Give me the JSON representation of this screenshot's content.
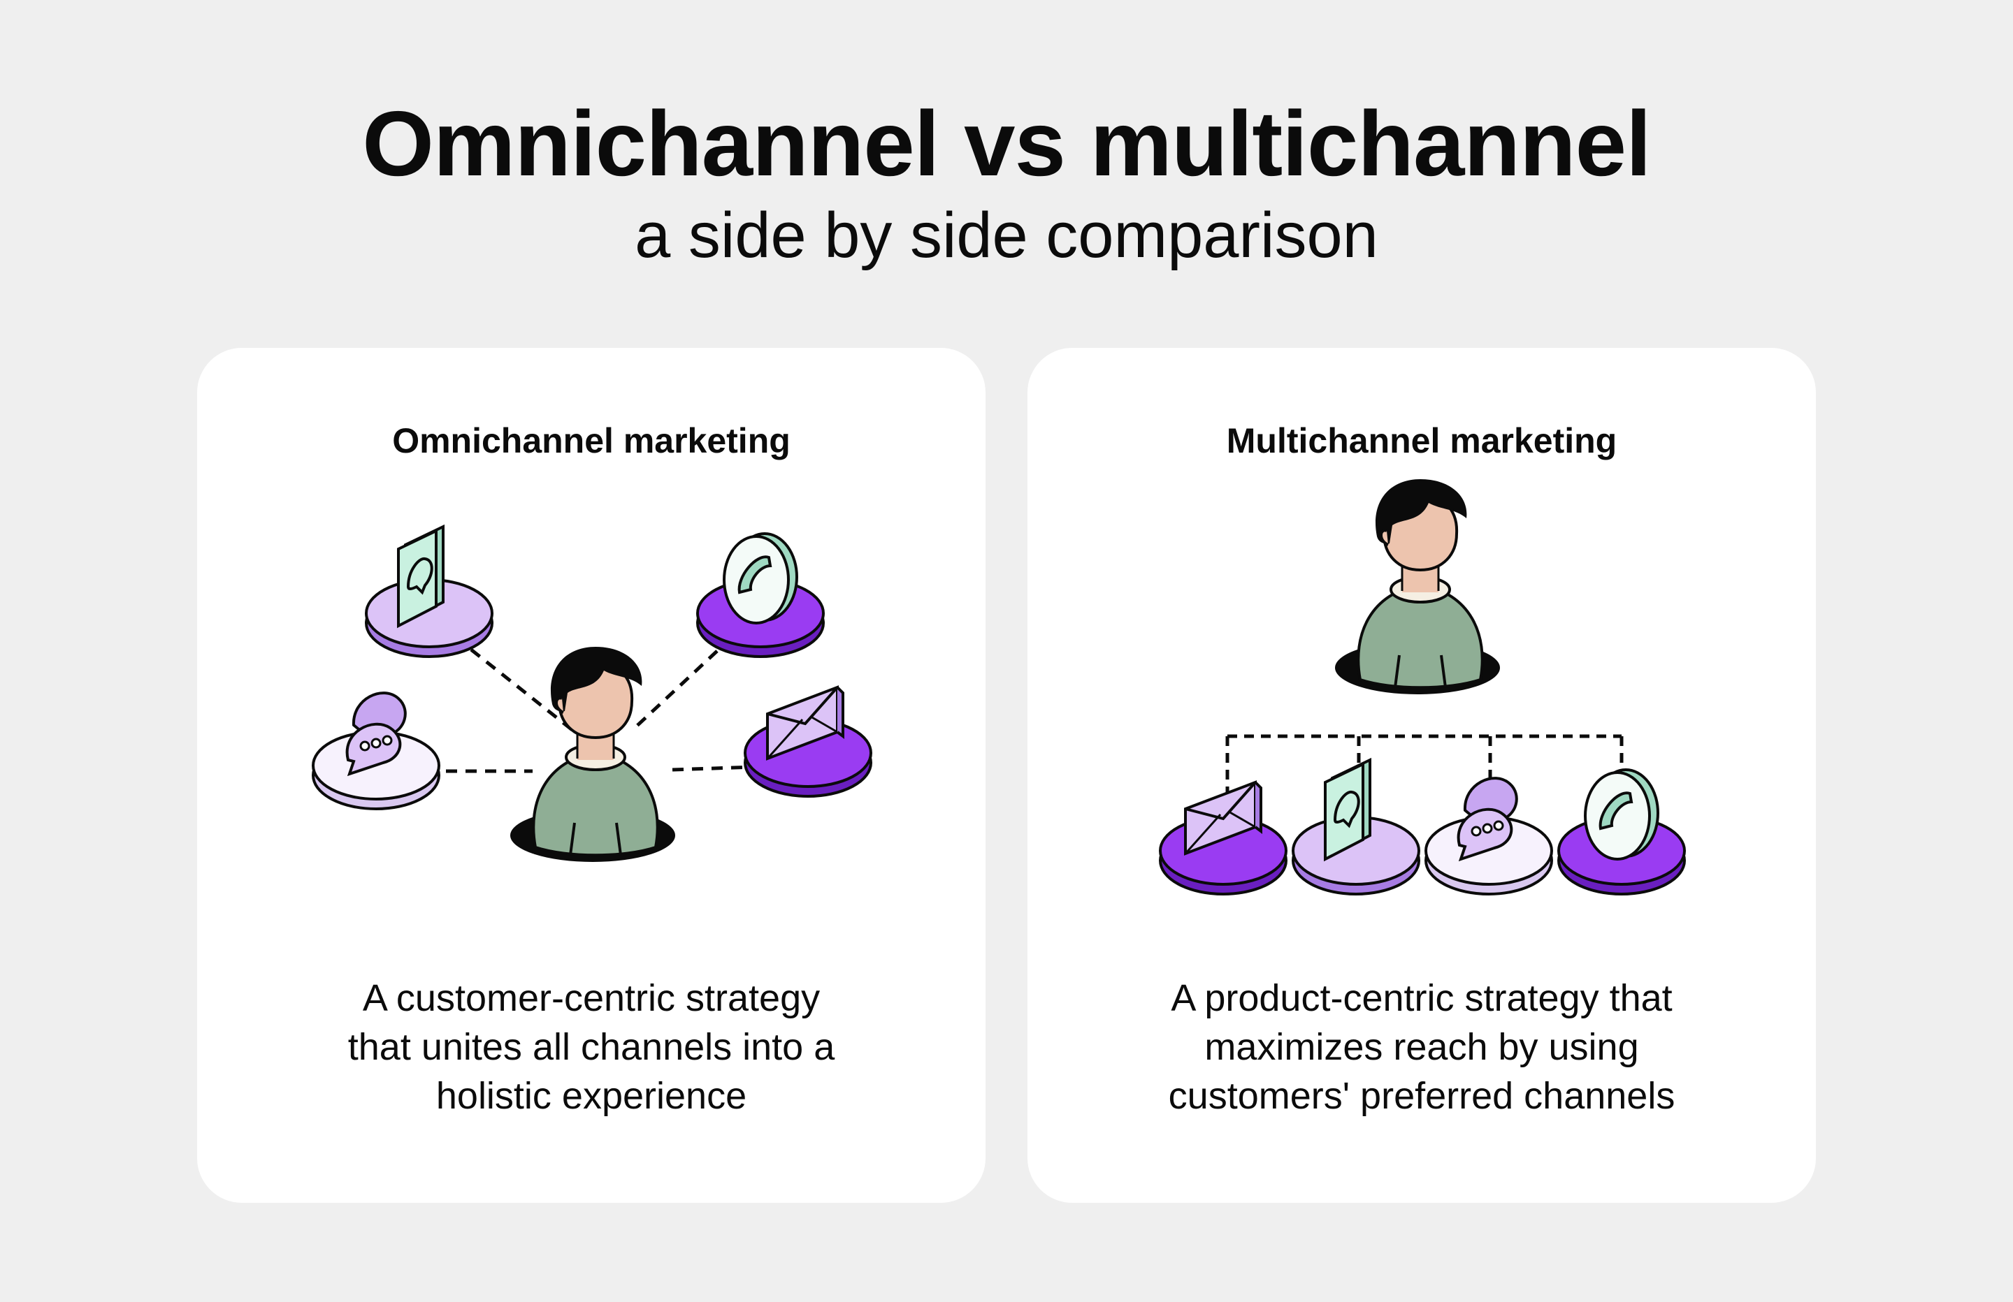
{
  "header": {
    "title": "Omnichannel vs multichannel",
    "subtitle": "a side by side comparison"
  },
  "omnichannel": {
    "title": "Omnichannel marketing",
    "description_lines": [
      "A customer-centric strategy",
      "that unites all channels into a",
      "holistic experience"
    ],
    "channels": [
      "chat-icon",
      "phone-icon",
      "message-bubbles-icon",
      "email-icon"
    ]
  },
  "multichannel": {
    "title": "Multichannel marketing",
    "description_lines": [
      "A product-centric strategy that",
      "maximizes reach by using",
      "customers' preferred channels"
    ],
    "channels": [
      "email-icon",
      "chat-icon",
      "message-bubbles-icon",
      "phone-icon"
    ]
  },
  "colors": {
    "background": "#efefef",
    "card": "#ffffff",
    "purple": "#9a3cf2",
    "purple_dark": "#6a1fc0",
    "lavender": "#dcc3f7",
    "lavender_dark": "#a77ce3",
    "white_disc": "#f7f2fd",
    "mint": "#c9f1e0",
    "shirt": "#8fae95",
    "skin": "#edc4ae"
  }
}
